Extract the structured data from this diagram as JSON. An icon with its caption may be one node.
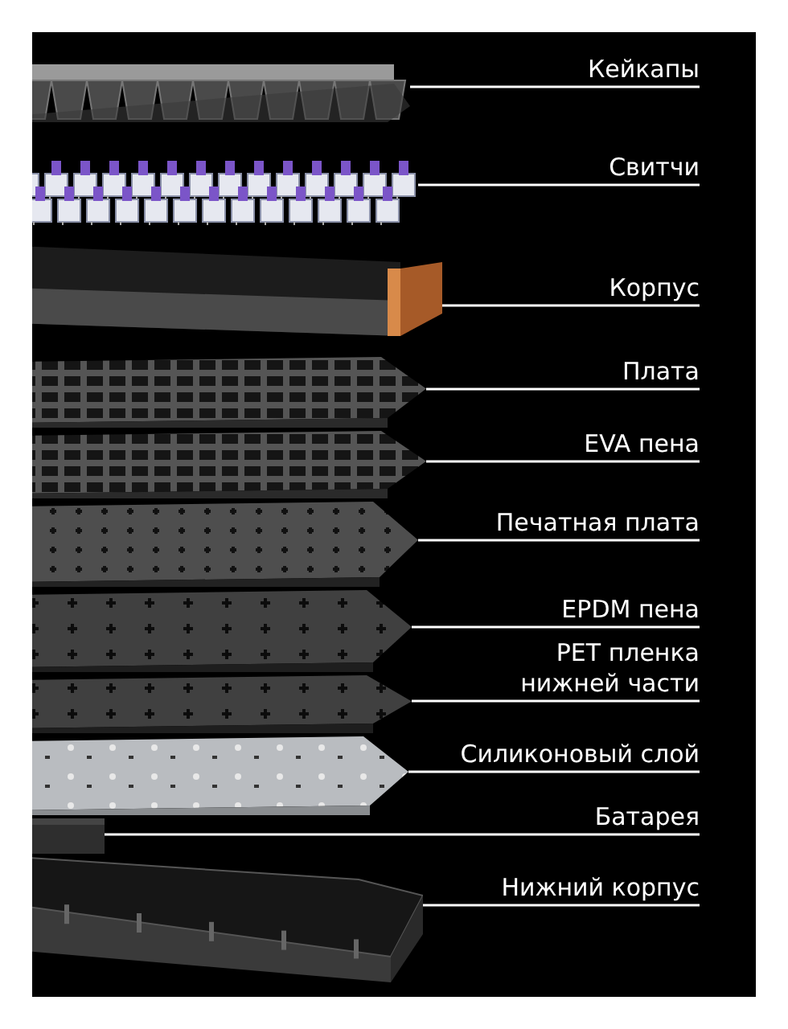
{
  "diagram": {
    "nodes": [
      {
        "text": [
          "Кейкапы"
        ]
      },
      {
        "text": [
          "Свитчи"
        ]
      },
      {
        "text": [
          "Корпус"
        ]
      },
      {
        "text": [
          "Плата"
        ]
      },
      {
        "text": [
          "EVA пена"
        ]
      },
      {
        "text": [
          "Печатная плата"
        ]
      },
      {
        "text": [
          "EPDM пена"
        ]
      },
      {
        "text": [
          "PET пленка нижней части"
        ]
      },
      {
        "text": [
          "Силиконовый слой"
        ]
      },
      {
        "text": [
          "Батарея"
        ]
      },
      {
        "text": [
          "Нижний корпус"
        ]
      },
      {
        "text": [],
        "shape": "picture"
      },
      {
        "text": [],
        "shape": "picture"
      },
      {
        "text": [],
        "shape": "picture"
      },
      {
        "text": [],
        "shape": "picture"
      },
      {
        "text": [],
        "shape": "picture"
      },
      {
        "text": [],
        "shape": "picture"
      },
      {
        "text": [],
        "shape": "picture"
      },
      {
        "text": [],
        "shape": "picture"
      },
      {
        "text": [],
        "shape": "picture"
      },
      {
        "text": [],
        "shape": "picture"
      },
      {
        "text": [],
        "shape": "picture"
      }
    ],
    "edges": [
      {
        "from": 0,
        "to": 11,
        "arrow": "none"
      },
      {
        "from": 1,
        "to": 12,
        "arrow": "none"
      },
      {
        "from": 2,
        "to": 13,
        "arrow": "none"
      },
      {
        "from": 3,
        "to": 14,
        "arrow": "none"
      },
      {
        "from": 4,
        "to": 15,
        "arrow": "none"
      },
      {
        "from": 5,
        "to": 16,
        "arrow": "none"
      },
      {
        "from": 6,
        "to": 17,
        "arrow": "none"
      },
      {
        "from": 7,
        "to": 18,
        "arrow": "none"
      },
      {
        "from": 8,
        "to": 19,
        "arrow": "none"
      },
      {
        "from": 9,
        "to": 20,
        "arrow": "none"
      },
      {
        "from": 10,
        "to": 21,
        "arrow": "none"
      }
    ]
  }
}
